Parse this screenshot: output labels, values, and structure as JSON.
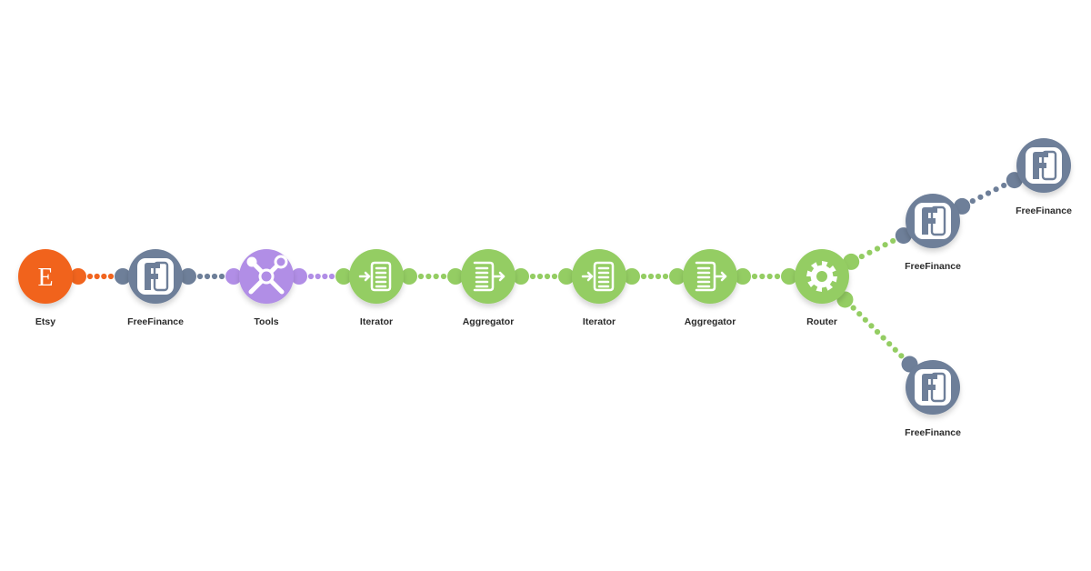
{
  "scenario": {
    "colors": {
      "etsy": "#f1641e",
      "freefinance": "#6e7f99",
      "tools": "#b18ee6",
      "flow": "#94cd63",
      "white": "#ffffff"
    },
    "modules": [
      {
        "id": "etsy",
        "label": "Etsy",
        "app": "etsy",
        "icon": "etsy-logo-icon"
      },
      {
        "id": "freefinance-1",
        "label": "FreeFinance",
        "app": "freefinance",
        "icon": "freefinance-logo-icon"
      },
      {
        "id": "tools",
        "label": "Tools",
        "app": "tools",
        "icon": "wrench-screwdriver-icon"
      },
      {
        "id": "iterator-1",
        "label": "Iterator",
        "app": "flow",
        "icon": "iterator-icon"
      },
      {
        "id": "aggregator-1",
        "label": "Aggregator",
        "app": "flow",
        "icon": "aggregator-icon"
      },
      {
        "id": "iterator-2",
        "label": "Iterator",
        "app": "flow",
        "icon": "iterator-icon"
      },
      {
        "id": "aggregator-2",
        "label": "Aggregator",
        "app": "flow",
        "icon": "aggregator-icon"
      },
      {
        "id": "router",
        "label": "Router",
        "app": "flow",
        "icon": "gear-icon"
      },
      {
        "id": "freefinance-2",
        "label": "FreeFinance",
        "app": "freefinance",
        "icon": "freefinance-logo-icon"
      },
      {
        "id": "freefinance-3",
        "label": "FreeFinance",
        "app": "freefinance",
        "icon": "freefinance-logo-icon"
      },
      {
        "id": "freefinance-4",
        "label": "FreeFinance",
        "app": "freefinance",
        "icon": "freefinance-logo-icon"
      }
    ],
    "connections": [
      {
        "from": "etsy",
        "to": "freefinance-1"
      },
      {
        "from": "freefinance-1",
        "to": "tools"
      },
      {
        "from": "tools",
        "to": "iterator-1"
      },
      {
        "from": "iterator-1",
        "to": "aggregator-1"
      },
      {
        "from": "aggregator-1",
        "to": "iterator-2"
      },
      {
        "from": "iterator-2",
        "to": "aggregator-2"
      },
      {
        "from": "aggregator-2",
        "to": "router"
      },
      {
        "from": "router",
        "to": "freefinance-2"
      },
      {
        "from": "freefinance-2",
        "to": "freefinance-3"
      },
      {
        "from": "router",
        "to": "freefinance-4"
      }
    ]
  }
}
